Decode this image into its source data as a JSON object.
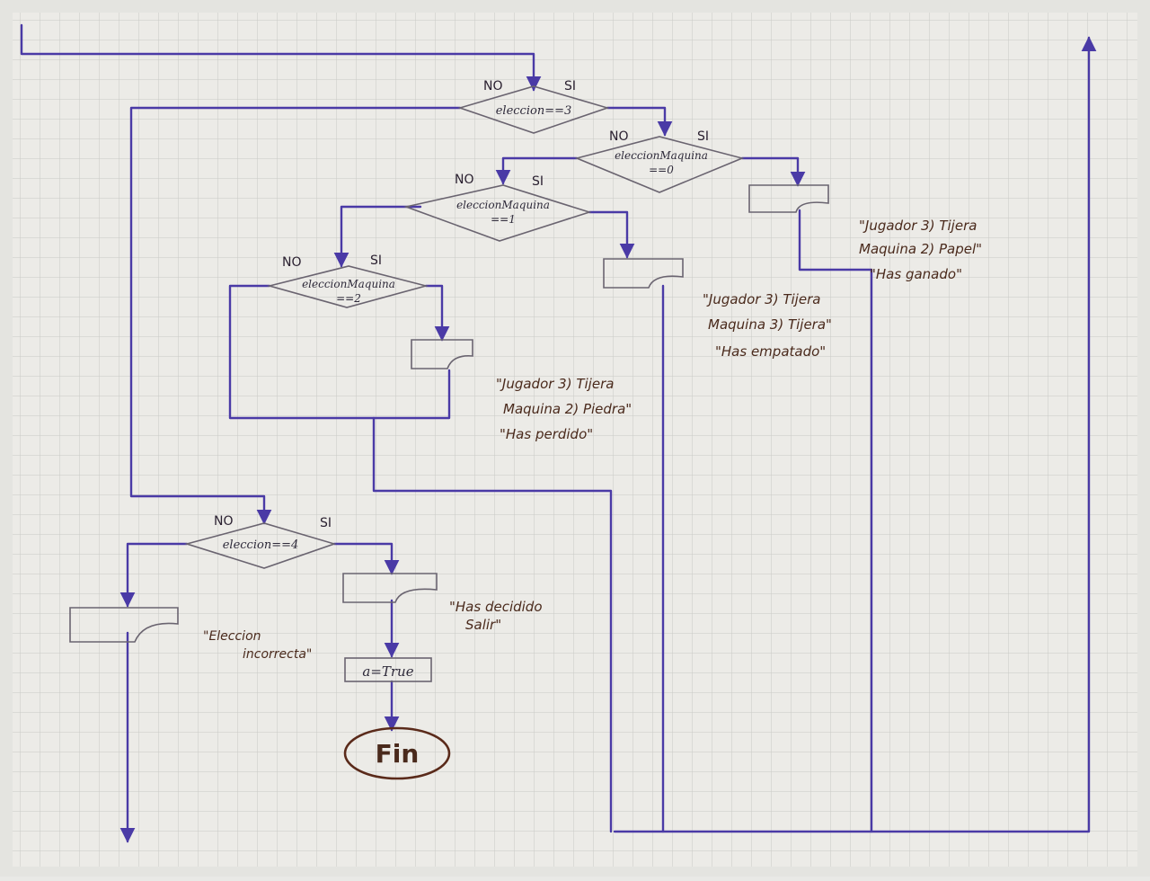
{
  "colors": {
    "paper": "#ecebe7",
    "grid": "#c9c9c6",
    "pen": "#4a3aa6",
    "ink": "#4a2a1c"
  },
  "decisions": {
    "d1": {
      "text": "eleccion==3",
      "no": "NO",
      "si": "SI"
    },
    "d2": {
      "text_line1": "eleccionMaquina",
      "text_line2": "==0",
      "no": "NO",
      "si": "SI"
    },
    "d3": {
      "text_line1": "eleccionMaquina",
      "text_line2": "==1",
      "no": "NO",
      "si": "SI"
    },
    "d4": {
      "text_line1": "eleccionMaquina",
      "text_line2": "==2",
      "no": "NO",
      "si": "SI"
    },
    "d5": {
      "text": "eleccion==4",
      "no": "NO",
      "si": "SI"
    }
  },
  "outputs": {
    "gano": [
      "\"Jugador 3) Tijera",
      "Maquina 2) Papel\"",
      "\"Has ganado\""
    ],
    "empate": [
      "\"Jugador 3) Tijera",
      "Maquina 3) Tijera\"",
      "\"Has empatado\""
    ],
    "perdio": [
      "\"Jugador 3) Tijera",
      "Maquina 2) Piedra\"",
      "\"Has perdido\""
    ],
    "salir": [
      "\"Has decidido",
      "Salir\""
    ],
    "incorrecta": [
      "\"Eleccion",
      "incorrecta\""
    ]
  },
  "process": {
    "assign": "a=True"
  },
  "terminal": {
    "fin": "Fin"
  }
}
